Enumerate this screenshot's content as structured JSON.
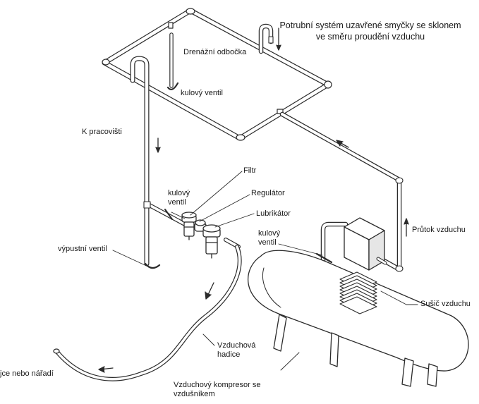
{
  "diagram": {
    "title": "Potrubní systém uzavřené smyčky se sklonem ve směru proudění vzduchu",
    "labels": {
      "drain_branch": "Drenážní odbočka",
      "ball_valve_top": "kulový ventil",
      "to_workplace": "K pracovišti",
      "filter": "Filtr",
      "ball_valve_left": "kulový ventil",
      "regulator": "Regulátor",
      "lubricator": "Lubrikátor",
      "airflow": "Průtok vzduchu",
      "ball_valve_right": "kulový ventil",
      "drain_valve": "výpustní ventil",
      "air_dryer": "Sušič vzduchu",
      "air_hose": "Vzduchová hadice",
      "tools": "jce nebo nářadí",
      "compressor": "Vzduchový kompresor se vzdušníkem"
    }
  },
  "colors": {
    "line": "#2b2b2b",
    "pipe_fill": "#ffffff",
    "shade": "#d9d9d9",
    "text": "#1a1a1a"
  }
}
